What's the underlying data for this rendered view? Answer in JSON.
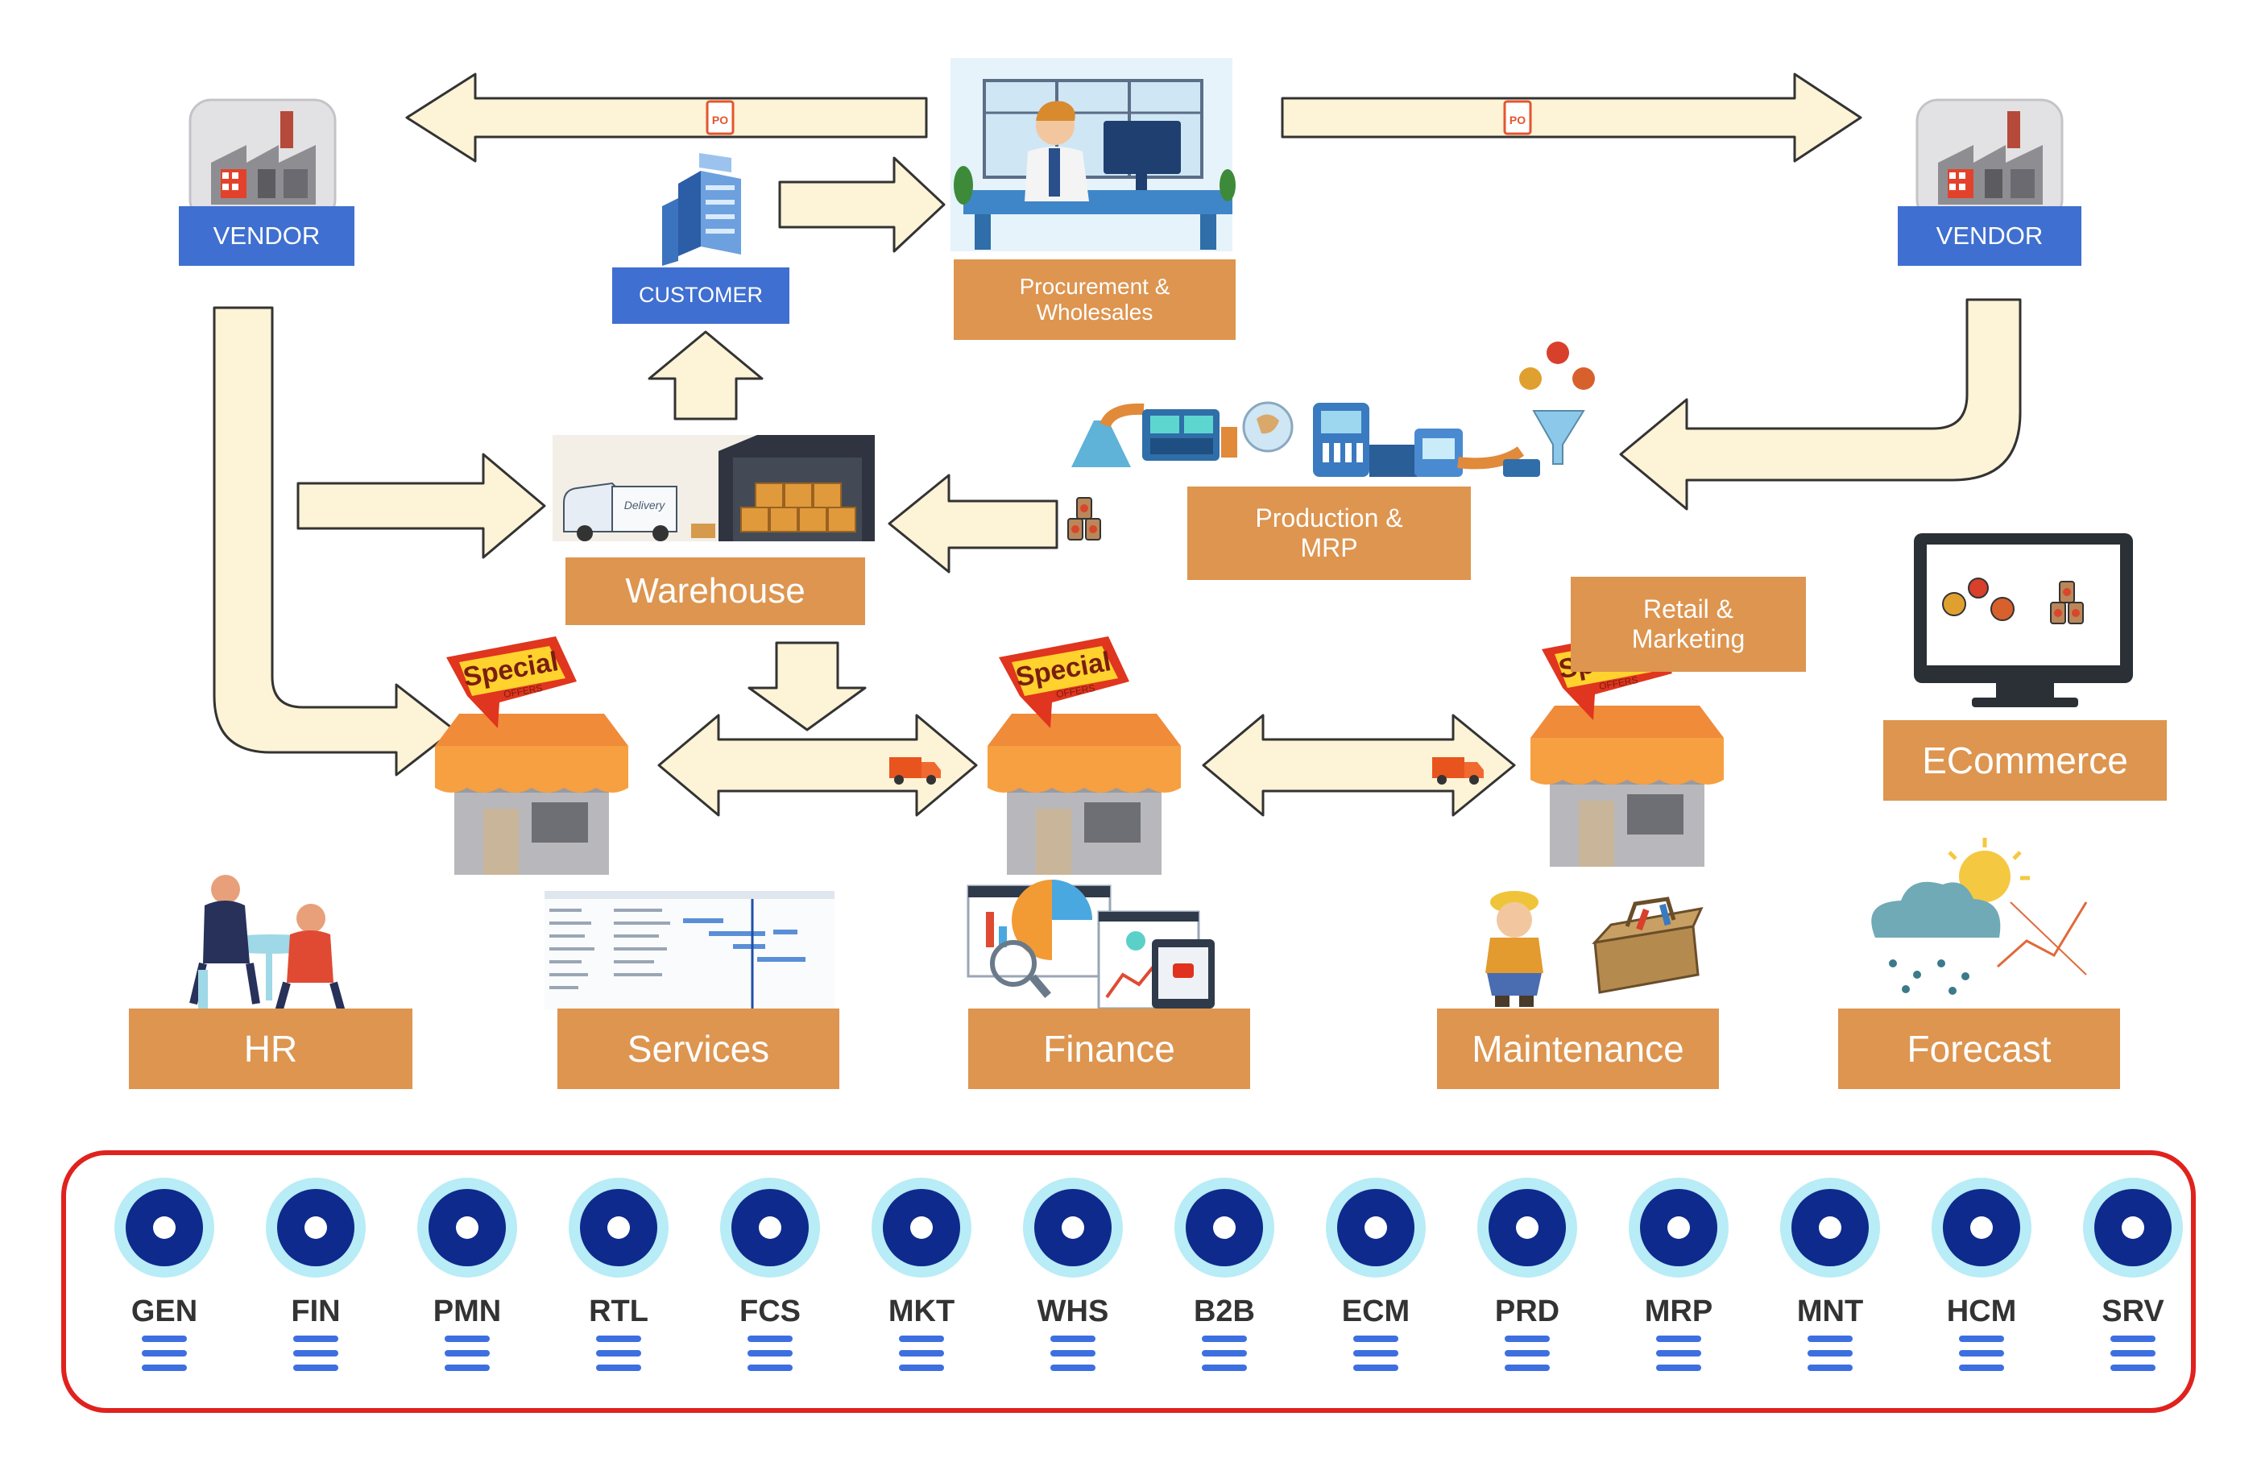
{
  "vendors": [
    "VENDOR",
    "VENDOR"
  ],
  "po_label": "PO",
  "customer_label": "CUSTOMER",
  "delivery_label": "Delivery",
  "special_text": "Special",
  "offers_text": "OFFERS",
  "nodes": {
    "procurement": "Procurement &\nWholesales",
    "warehouse": "Warehouse",
    "production": "Production &\nMRP",
    "retail": "Retail &\nMarketing",
    "ecommerce": "ECommerce",
    "hr": "HR",
    "services": "Services",
    "finance": "Finance",
    "maintenance": "Maintenance",
    "forecast": "Forecast"
  },
  "modules": [
    "GEN",
    "FIN",
    "PMN",
    "RTL",
    "FCS",
    "MKT",
    "WHS",
    "B2B",
    "ECM",
    "PRD",
    "MRP",
    "MNT",
    "HCM",
    "SRV"
  ],
  "colors": {
    "label_orange": "#dd9550",
    "vendor_blue": "#3f6fd0",
    "arrow_fill": "#fdf3d6",
    "arrow_stroke": "#333333",
    "module_dark": "#0e2a8c",
    "module_ring": "#b8ecf6",
    "module_border": "#e0221e"
  }
}
